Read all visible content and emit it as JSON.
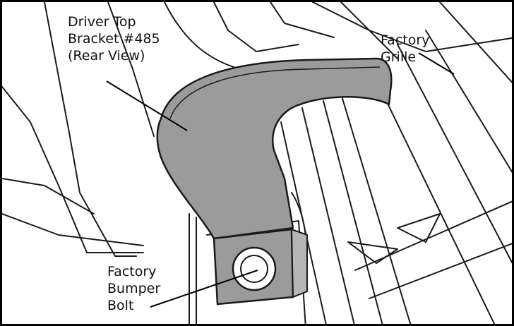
{
  "labels": {
    "bracket": [
      "Driver Top",
      "Bracket #485",
      "(Rear View)"
    ],
    "grille": [
      "Factory",
      "Grille"
    ],
    "bolt": [
      "Factory",
      "Bumper",
      "Bolt"
    ]
  },
  "colors": {
    "bracket_fill": "#9b9b9b",
    "line": "#1a1a1a",
    "background": "#ffffff"
  }
}
